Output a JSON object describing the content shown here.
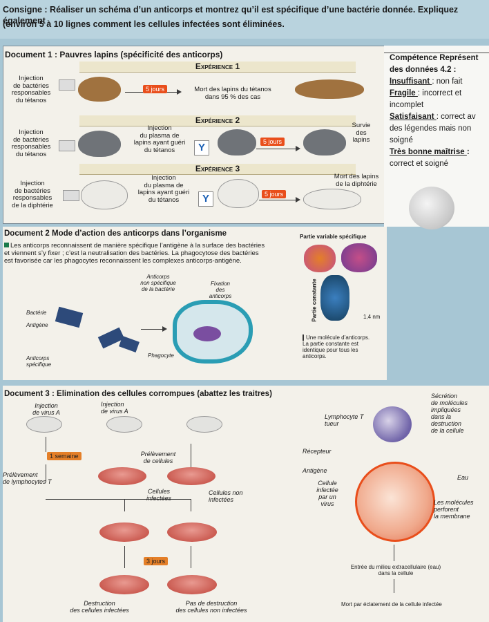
{
  "consigne": {
    "line1": "Consigne : Réaliser un schéma d’un anticorps et montrez qu’il est spécifique d’une bactérie donnée. Expliquez également",
    "line2": "(environ 5 à 10 lignes comment les cellules infectées sont éliminées."
  },
  "doc1": {
    "title": "Document 1 : Pauvres lapins (spécificité des anticorps)",
    "exp1": {
      "title": "Expérience 1",
      "injection": [
        "Injection",
        "de bactéries",
        "responsables",
        "du tétanos"
      ],
      "delay": "5 jours",
      "result": [
        "Mort des lapins du tétanos",
        "dans 95 % des cas"
      ]
    },
    "exp2": {
      "title": "Expérience 2",
      "injection": [
        "Injection",
        "de bactéries",
        "responsables",
        "du tétanos"
      ],
      "serum": [
        "Injection",
        "du plasma de",
        "lapins ayant guéri",
        "du tétanos"
      ],
      "delay": "5 jours",
      "result": [
        "Survie",
        "des",
        "lapins"
      ]
    },
    "exp3": {
      "title": "Expérience 3",
      "injection": [
        "Injection",
        "de bactéries",
        "responsables",
        "de la diphtérie"
      ],
      "serum": [
        "Injection",
        "du plasma de",
        "lapins ayant guéri",
        "du tétanos"
      ],
      "delay": "5 jours",
      "result": [
        "Mort des lapins",
        "de la diphtérie"
      ]
    }
  },
  "competence": {
    "title": "Compétence Représent",
    "subtitle": "des données 4.2 :",
    "insuffisant_label": "Insuffisant ",
    "insuffisant_text": ": non fait",
    "fragile_label": "Fragile ",
    "fragile_text": ": incorrect et",
    "fragile_text2": "incomplet",
    "satisfaisant_label": "Satisfaisant ",
    "satisfaisant_text": ": correct av",
    "satisfaisant_text2": "des légendes mais non",
    "satisfaisant_text3": "soigné",
    "tbm_label": "Très bonne maîtrise ",
    "tbm_text": ":",
    "tbm_text2": "correct et soigné"
  },
  "doc2": {
    "title": "Document 2 Mode d’action des anticorps dans l’organisme",
    "text1": "Les anticorps reconnaissent de manière spécifique l’antigène à la surface des bactéries",
    "text2": "et viennent s’y fixer ; c’est la neutralisation des bactéries. La phagocytose des bactéries",
    "text3": "est favorisée car les phagocytes reconnaissent les complexes anticorps-antigène.",
    "labels": {
      "anticorps": [
        "Anticorps",
        "non spécifique",
        "de la bactérie"
      ],
      "fixation": [
        "Fixation",
        "des",
        "anticorps"
      ],
      "bacterie": "Bactérie",
      "antigene": "Antigène",
      "phagocyte": "Phagocyte",
      "anticorps_spec": [
        "Anticorps",
        "spécifique"
      ]
    },
    "molecule": {
      "variable": "Partie variable spécifique",
      "constante": "Partie constante",
      "size": "1,4 nm",
      "caption1": "Une molécule d’anticorps.",
      "caption2": "La partie constante est",
      "caption3": "identique pour tous les",
      "caption4": "anticorps."
    }
  },
  "doc3": {
    "title": "Document 3 : Elimination des cellules corrompues (abattez les traitres)",
    "inj_a1": "Injection",
    "inj_a2": "de virus A",
    "inj_b1": "Injection",
    "inj_b2": "de virus A",
    "semaine": "1 semaine",
    "prelev_cell1": "Prélèvement",
    "prelev_cell2": "de cellules",
    "prelev_lym1": "Prélèvement",
    "prelev_lym2": "de lymphocytes T",
    "inf1": "Cellules",
    "inf2": "infectées",
    "noninf1": "Cellules non",
    "noninf2": "infectées",
    "jours": "3 jours",
    "destr1": "Destruction",
    "destr2": "des cellules infectées",
    "nodestr1": "Pas de destruction",
    "nodestr2": "des cellules non infectées",
    "right": {
      "secretion": [
        "Sécrétion",
        "de molécules",
        "impliquées",
        "dans la",
        "destruction",
        "de la cellule"
      ],
      "lympho": [
        "Lymphocyte T",
        "tueur"
      ],
      "recepteur": "Récepteur",
      "antigene": "Antigène",
      "cellule": [
        "Cellule",
        "infectée",
        "par un",
        "virus"
      ],
      "eau": "Eau",
      "molecules": [
        "Les molécules",
        "perforent",
        "la membrane"
      ],
      "entree": [
        "Entrée du milieu extracellulaire (eau)",
        "dans la cellule"
      ],
      "mort": "Mort par éclatement de la cellule infectée"
    }
  }
}
